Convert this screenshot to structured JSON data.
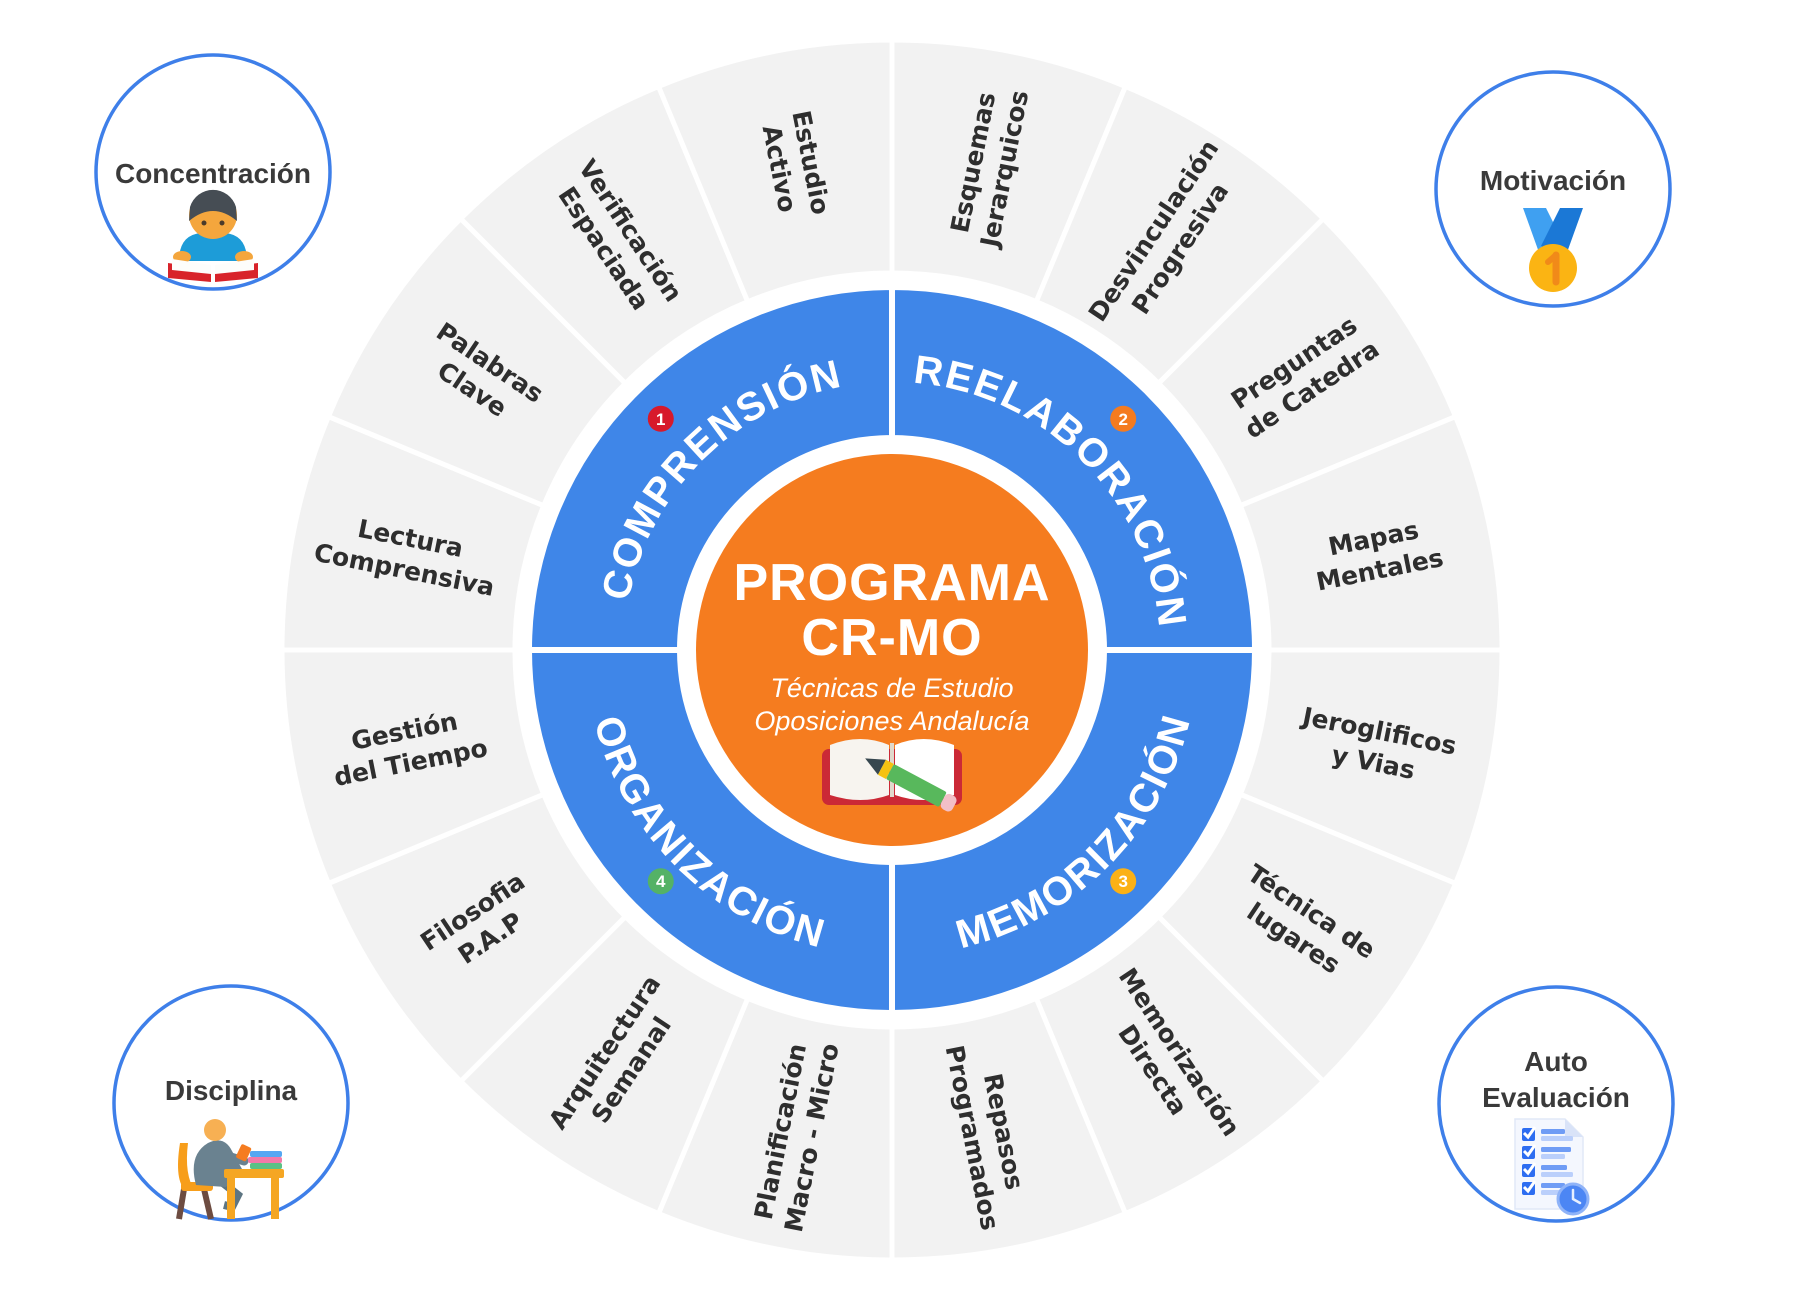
{
  "diagram": {
    "center": {
      "title_line1": "PROGRAMA",
      "title_line2": "CR-MO",
      "subtitle_line1": "Técnicas de Estudio",
      "subtitle_line2": "Oposiciones Andalucía",
      "icon": "open-book-pencil-icon"
    },
    "quadrants": [
      {
        "label": "COMPRENSIÓN",
        "number": "1",
        "badge_color": "#D7192B",
        "techniques": [
          {
            "line1": "Lectura",
            "line2": "Comprensiva"
          },
          {
            "line1": "Palabras",
            "line2": "Clave"
          },
          {
            "line1": "Verificación",
            "line2": "Espaciada"
          },
          {
            "line1": "Estudio",
            "line2": "Activo"
          }
        ]
      },
      {
        "label": "REELABORACIÓN",
        "number": "2",
        "badge_color": "#F47B20",
        "techniques": [
          {
            "line1": "Esquemas",
            "line2": "Jerarquicos"
          },
          {
            "line1": "Desvinculación",
            "line2": "Progresiva"
          },
          {
            "line1": "Preguntas",
            "line2": "de Catedra"
          },
          {
            "line1": "Mapas",
            "line2": "Mentales"
          }
        ]
      },
      {
        "label": "MEMORIZACIÓN",
        "number": "3",
        "badge_color": "#FBB116",
        "techniques": [
          {
            "line1": "Jeroglificos",
            "line2": "y Vias"
          },
          {
            "line1": "Técnica de",
            "line2": "lugares"
          },
          {
            "line1": "Memorización",
            "line2": "Directa"
          },
          {
            "line1": "Repasos",
            "line2": "Programados"
          }
        ]
      },
      {
        "label": "ORGANIZACIÓN",
        "number": "4",
        "badge_color": "#54B266",
        "techniques": [
          {
            "line1": "Planificación",
            "line2": "Macro - Micro"
          },
          {
            "line1": "Arquitectura",
            "line2": "Semanal"
          },
          {
            "line1": "Filosofia",
            "line2": "P.A.P"
          },
          {
            "line1": "Gestión",
            "line2": "del Tiempo"
          }
        ]
      }
    ],
    "corners": [
      {
        "title": "Concentración",
        "icon": "reading-boy-icon"
      },
      {
        "title": "Motivación",
        "icon": "medal-icon"
      },
      {
        "title": "Disciplina",
        "icon": "studying-person-icon"
      },
      {
        "title_line1": "Auto",
        "title_line2": "Evaluación",
        "icon": "checklist-clock-icon"
      }
    ],
    "colors": {
      "ring_blue": "#3F86E8",
      "center_orange": "#F57C1F",
      "segment_gray": "#F2F2F2",
      "label_dark": "#2E2E2E",
      "corner_border": "#3E7FE9",
      "white": "#FFFFFF"
    }
  }
}
